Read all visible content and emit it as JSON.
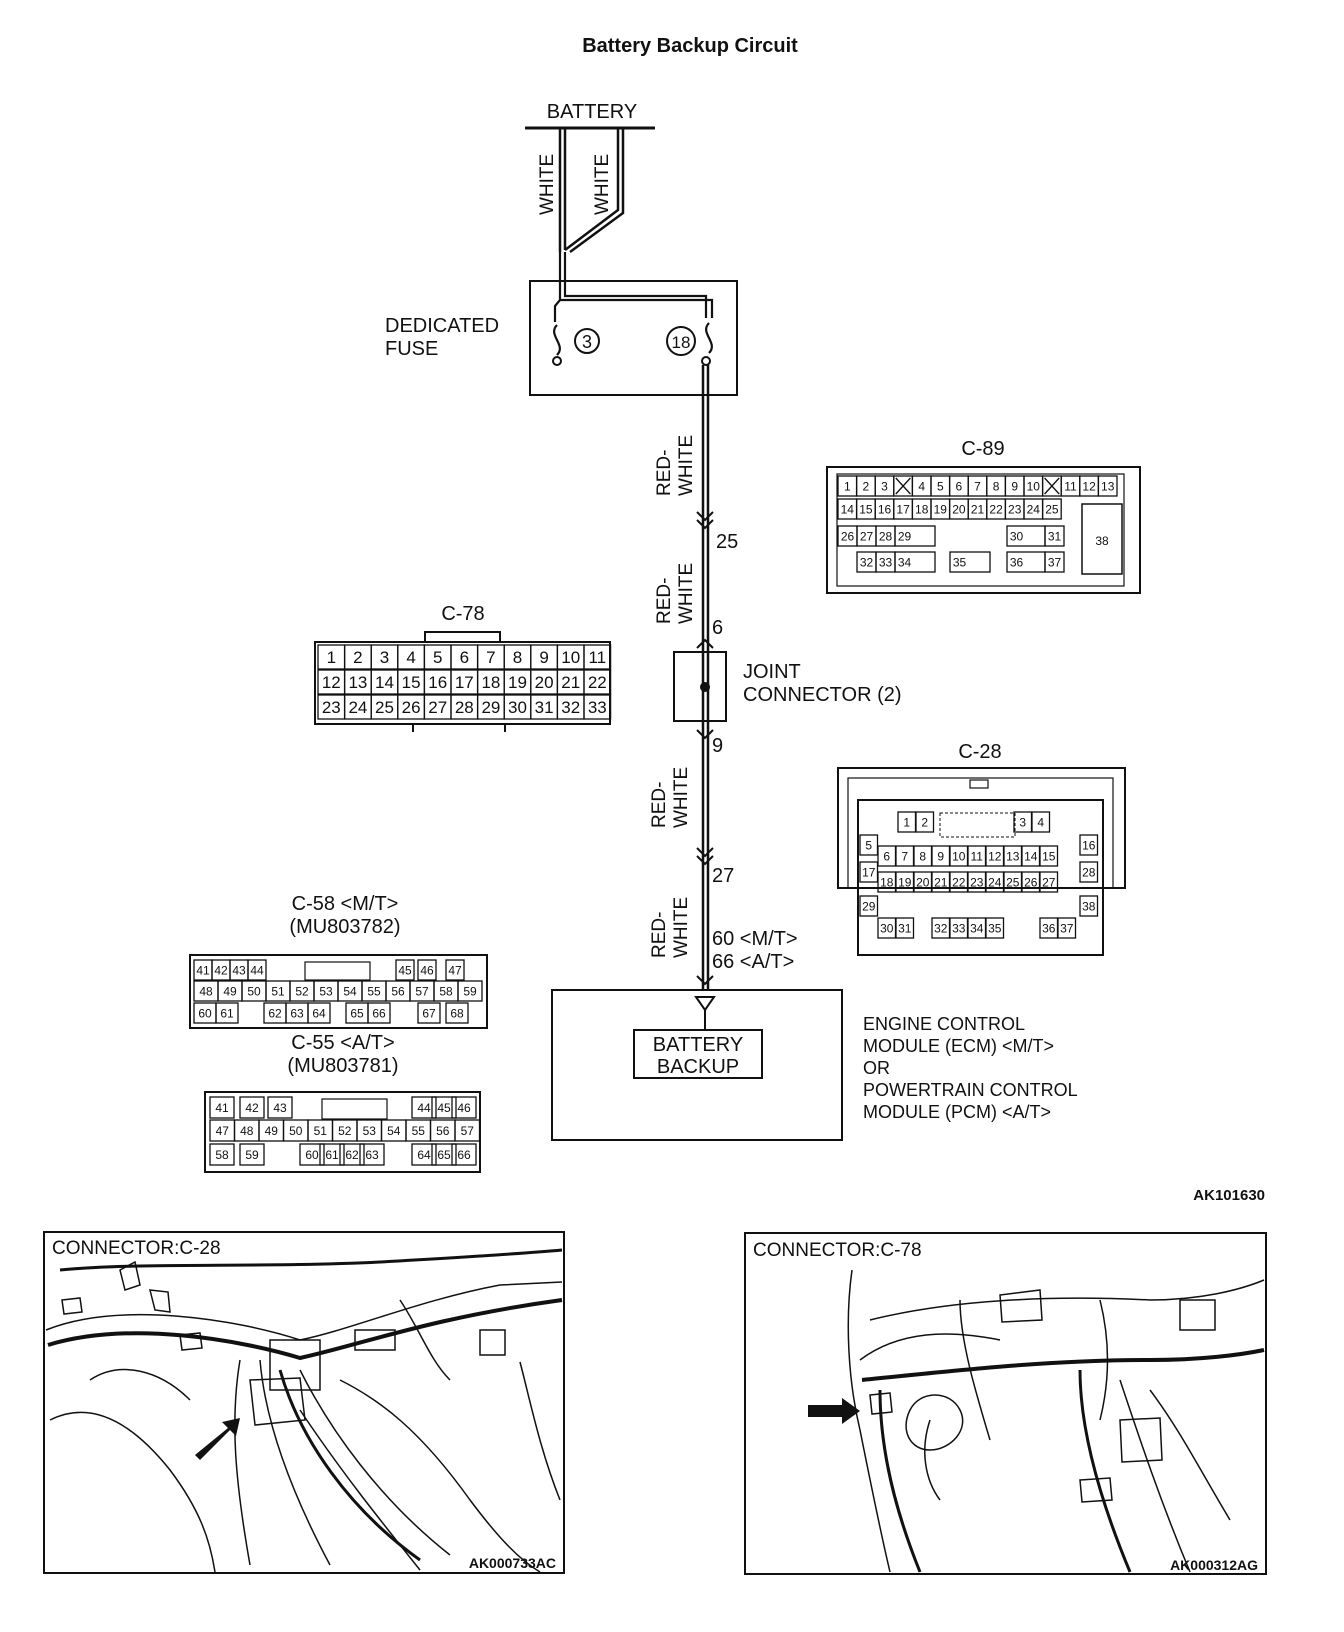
{
  "title": "Battery Backup Circuit",
  "battery": {
    "label": "BATTERY",
    "wire_left": "WHITE",
    "wire_right": "WHITE"
  },
  "fuse": {
    "label_line1": "DEDICATED",
    "label_line2": "FUSE",
    "fuse_a": "3",
    "fuse_b": "18"
  },
  "wires": {
    "seg1": {
      "color_line1": "RED-",
      "color_line2": "WHITE"
    },
    "seg2": {
      "color_line1": "RED-",
      "color_line2": "WHITE"
    },
    "seg3": {
      "color_line1": "RED-",
      "color_line2": "WHITE"
    },
    "seg4": {
      "color_line1": "RED-",
      "color_line2": "WHITE"
    }
  },
  "pins": {
    "p25": "25",
    "p6": "6",
    "p9": "9",
    "p27": "27",
    "p60": "60 <M/T>",
    "p66": "66 <A/T>"
  },
  "joint": {
    "line1": "JOINT",
    "line2": "CONNECTOR (2)"
  },
  "ecm": {
    "inner_line1": "BATTERY",
    "inner_line2": "BACKUP",
    "desc": [
      "ENGINE CONTROL",
      "MODULE (ECM) <M/T>",
      "OR",
      "POWERTRAIN CONTROL",
      "MODULE (PCM) <A/T>"
    ]
  },
  "connectors": {
    "c89": {
      "label": "C-89",
      "rows": [
        [
          "1",
          "2",
          "3",
          "X",
          "4",
          "5",
          "6",
          "7",
          "8",
          "9",
          "10",
          "X",
          "11",
          "12",
          "13"
        ],
        [
          "14",
          "15",
          "16",
          "17",
          "18",
          "19",
          "20",
          "21",
          "22",
          "23",
          "24",
          "25"
        ],
        [
          "26",
          "27",
          "28",
          "29",
          "30",
          "31"
        ],
        [
          "32",
          "33",
          "34",
          "35",
          "36",
          "37"
        ]
      ],
      "big_pin": "38"
    },
    "c78": {
      "label": "C-78",
      "rows": [
        [
          "1",
          "2",
          "3",
          "4",
          "5",
          "6",
          "7",
          "8",
          "9",
          "10",
          "11"
        ],
        [
          "12",
          "13",
          "14",
          "15",
          "16",
          "17",
          "18",
          "19",
          "20",
          "21",
          "22"
        ],
        [
          "23",
          "24",
          "25",
          "26",
          "27",
          "28",
          "29",
          "30",
          "31",
          "32",
          "33"
        ]
      ]
    },
    "c28": {
      "label": "C-28",
      "rows": [
        [
          "1",
          "2",
          "3",
          "4"
        ],
        [
          "5",
          "16"
        ],
        [
          "6",
          "7",
          "8",
          "9",
          "10",
          "11",
          "12",
          "13",
          "14",
          "15"
        ],
        [
          "17",
          "28"
        ],
        [
          "18",
          "19",
          "20",
          "21",
          "22",
          "23",
          "24",
          "25",
          "26",
          "27"
        ],
        [
          "29",
          "38"
        ],
        [
          "30",
          "31",
          "32",
          "33",
          "34",
          "35",
          "36",
          "37"
        ]
      ]
    },
    "c58": {
      "label_line1": "C-58 <M/T>",
      "label_line2": "(MU803782)",
      "rows": [
        [
          "41",
          "42",
          "43",
          "44",
          "45",
          "46",
          "47"
        ],
        [
          "48",
          "49",
          "50",
          "51",
          "52",
          "53",
          "54",
          "55",
          "56",
          "57",
          "58",
          "59"
        ],
        [
          "60",
          "61",
          "62",
          "63",
          "64",
          "65",
          "66",
          "67",
          "68"
        ]
      ]
    },
    "c55": {
      "label_line1": "C-55 <A/T>",
      "label_line2": "(MU803781)",
      "rows": [
        [
          "41",
          "42",
          "43",
          "44",
          "45",
          "46"
        ],
        [
          "47",
          "48",
          "49",
          "50",
          "51",
          "52",
          "53",
          "54",
          "55",
          "56",
          "57"
        ],
        [
          "58",
          "59",
          "60",
          "61",
          "62",
          "63",
          "64",
          "65",
          "66"
        ]
      ]
    }
  },
  "figure_code": "AK101630",
  "location_views": [
    {
      "title": "CONNECTOR:C-28",
      "code": "AK000733AC"
    },
    {
      "title": "CONNECTOR:C-78",
      "code": "AK000312AG"
    }
  ]
}
